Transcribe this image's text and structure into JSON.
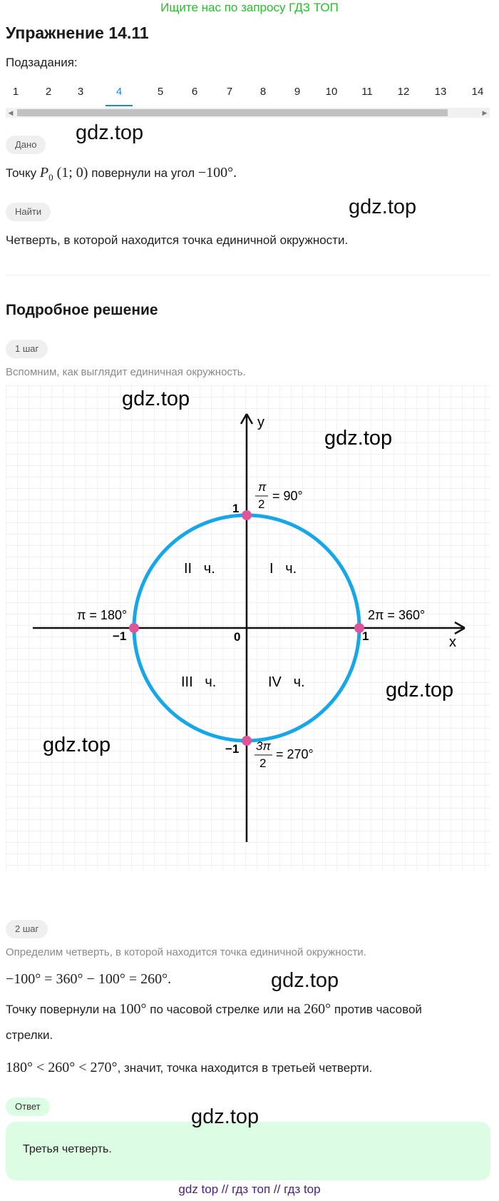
{
  "banner": "Ищите нас по запросу ГДЗ ТОП",
  "exercise_title": "Упражнение 14.11",
  "subtasks_label": "Подзадания:",
  "tabs": [
    "1",
    "2",
    "3",
    "4",
    "5",
    "6",
    "7",
    "8",
    "9",
    "10",
    "11",
    "12",
    "13",
    "14"
  ],
  "active_tab": "4",
  "given": {
    "pill": "Дано",
    "text_prefix": "Точку",
    "point": "P",
    "point_sub": "0",
    "coords": "(1; 0)",
    "text_mid": "повернули на угол",
    "angle": "−100°."
  },
  "find": {
    "pill": "Найти",
    "text": "Четверть, в которой находится точка единичной окружности."
  },
  "solution_title": "Подробное решение",
  "step1": {
    "pill": "1 шаг",
    "text": "Вспомним, как выглядит единичная окружность."
  },
  "circle": {
    "axis_x": "x",
    "axis_y": "y",
    "origin": "0",
    "one_x": "1",
    "one_y": "1",
    "minus_one_x": "−1",
    "minus_one_y": "−1",
    "label_pi": "π = 180°",
    "label_2pi": "2π = 360°",
    "label_90_num": "π",
    "label_90_den": "2",
    "label_90_rest": "= 90°",
    "label_270_num": "3π",
    "label_270_den": "2",
    "label_270_rest": "= 270°",
    "q1": "I   ч.",
    "q2": "II   ч.",
    "q3": "III   ч.",
    "q4": "IV   ч.",
    "circle_color": "#16a6ea",
    "point_color": "#e0559a"
  },
  "step2": {
    "pill": "2 шаг",
    "text": "Определим четверть, в которой находится точка единичной окружности.",
    "equation": "−100° = 360° − 100° = 260°.",
    "line1_a": "Точку повернули на",
    "line1_m1": "100°",
    "line1_b": "по часовой стрелке или на",
    "line1_m2": "260°",
    "line1_c": "против часовой",
    "line2": "стрелки.",
    "ineq": "180° < 260° < 270°",
    "ineq_tail": ", значит, точка находится в третьей четверти."
  },
  "answer": {
    "pill": "Ответ",
    "text": "Третья четверть."
  },
  "watermark": "gdz.top",
  "footer": "gdz top  //  гдз топ  //  гдз top"
}
